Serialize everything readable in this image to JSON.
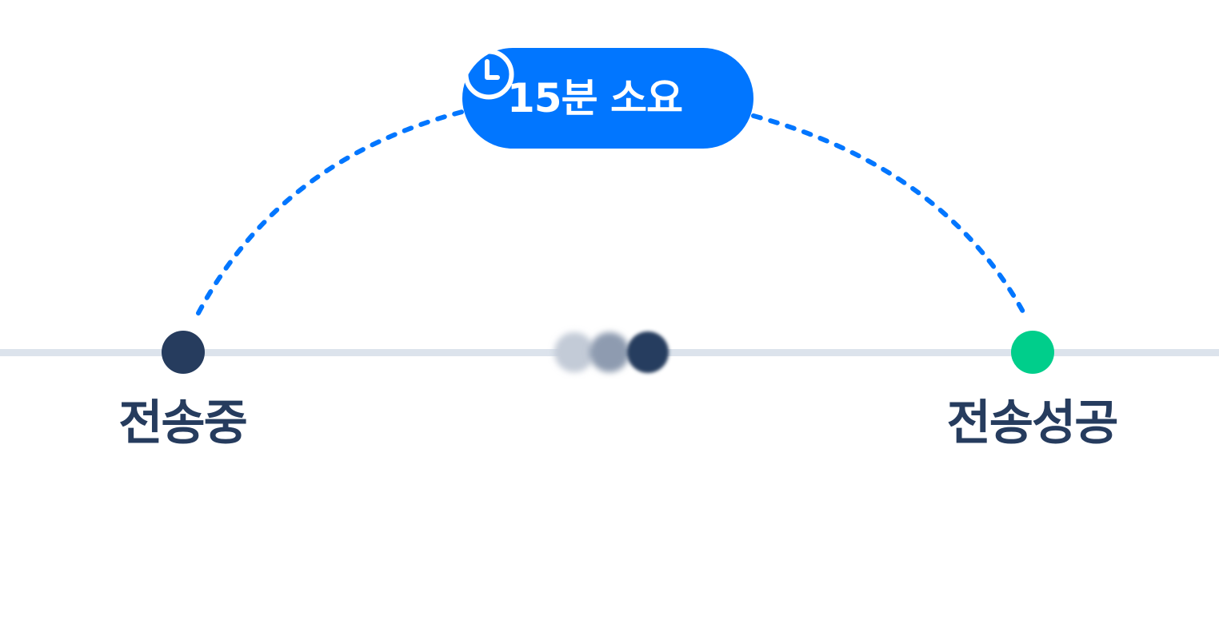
{
  "duration_badge": {
    "icon": "clock-icon",
    "text": "15분 소요"
  },
  "nodes": {
    "start_label": "전송중",
    "end_label": "전송성공"
  },
  "progress": {
    "state": "in-transit"
  },
  "colors": {
    "accent": "#0176FF",
    "node_start": "#263C5E",
    "node_end": "#00CE8B",
    "track": "#DCE3EC",
    "label": "#263C5E"
  }
}
